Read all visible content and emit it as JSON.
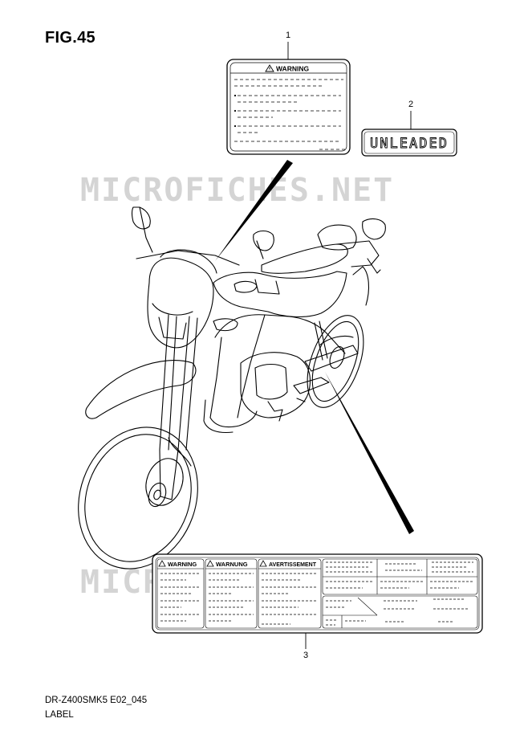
{
  "figure": {
    "title": "FIG.45"
  },
  "callouts": [
    "1",
    "2",
    "3"
  ],
  "labels": {
    "warning": "WARNING",
    "unleaded": "UNLEADED",
    "warnung": "WARNUNG",
    "avertissement": "AVERTISSEMENT"
  },
  "watermark": "MICROFICHES.NET",
  "footer": {
    "code": "DR-Z400SMK5 E02_045",
    "name": "LABEL"
  }
}
